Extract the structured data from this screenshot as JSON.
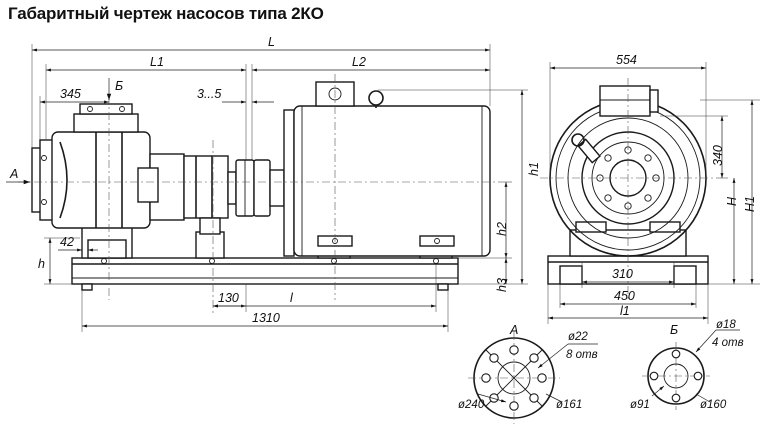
{
  "title": "Габаритный чертеж насосов типа 2КО",
  "labels": {
    "L": "L",
    "L1": "L1",
    "L2": "L2",
    "d345": "345",
    "B_arrow": "Б",
    "gap": "3...5",
    "A_arrow": "А",
    "d42": "42",
    "h": "h",
    "h1": "h1",
    "h2": "h2",
    "h3": "h3",
    "d130": "130",
    "l": "l",
    "d1310": "1310",
    "d554": "554",
    "d340": "340",
    "H": "H",
    "H1": "H1",
    "d310": "310",
    "d450": "450",
    "l1": "l1",
    "view_A": "А",
    "view_B": "Б",
    "a_bolt_d": "ø22",
    "a_bolt_n": "8 отв",
    "a_outer": "ø240",
    "a_pcd": "ø161",
    "b_bolt_d": "ø18",
    "b_bolt_n": "4 отв",
    "b_inner": "ø91",
    "b_outer": "ø160"
  }
}
